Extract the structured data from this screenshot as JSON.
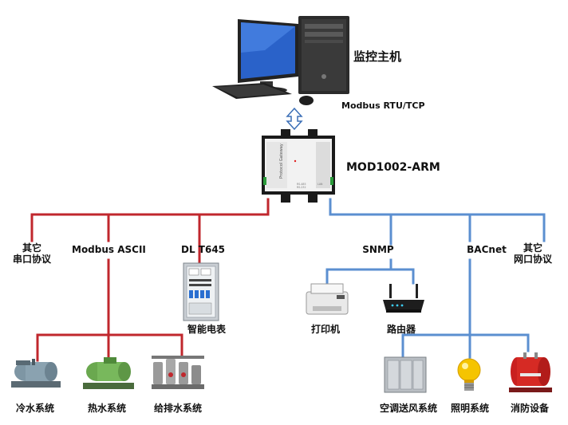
{
  "host": {
    "label": "监控主机",
    "protocol": "Modbus RTU/TCP"
  },
  "gateway": {
    "model": "MOD1002-ARM",
    "panel_text": "Protocol Gateway",
    "port_labels": [
      "RS-485",
      "RS-232",
      "LAN"
    ],
    "colors": {
      "body": "#f2f2f2",
      "frame": "#1a1a1a",
      "led": "#e02020"
    }
  },
  "serial_branch": {
    "color": "#c0272d",
    "protocols": [
      {
        "id": "other-serial",
        "label_line1": "其它",
        "label_line2": "串口协议"
      },
      {
        "id": "modbus-ascii",
        "label": "Modbus ASCII"
      },
      {
        "id": "dl-t645",
        "label": "DL  T645"
      }
    ],
    "meter": {
      "label": "智能电表"
    },
    "devices": [
      {
        "id": "chilled-water",
        "label": "冷水系统"
      },
      {
        "id": "hot-water",
        "label": "热水系统"
      },
      {
        "id": "water-supply-drain",
        "label": "给排水系统"
      }
    ]
  },
  "network_branch": {
    "color": "#4a86c8",
    "protocols": [
      {
        "id": "snmp",
        "label": "SNMP"
      },
      {
        "id": "bacnet",
        "label": "BACnet"
      },
      {
        "id": "other-network",
        "label_line1": "其它",
        "label_line2": "网口协议"
      }
    ],
    "snmp_devices": [
      {
        "id": "printer",
        "label": "打印机"
      },
      {
        "id": "router",
        "label": "路由器"
      }
    ],
    "bacnet_devices": [
      {
        "id": "hvac",
        "label": "空调送风系统"
      },
      {
        "id": "lighting",
        "label": "照明系统"
      },
      {
        "id": "fire",
        "label": "消防设备"
      }
    ]
  },
  "link_color": "#3b6fb6"
}
